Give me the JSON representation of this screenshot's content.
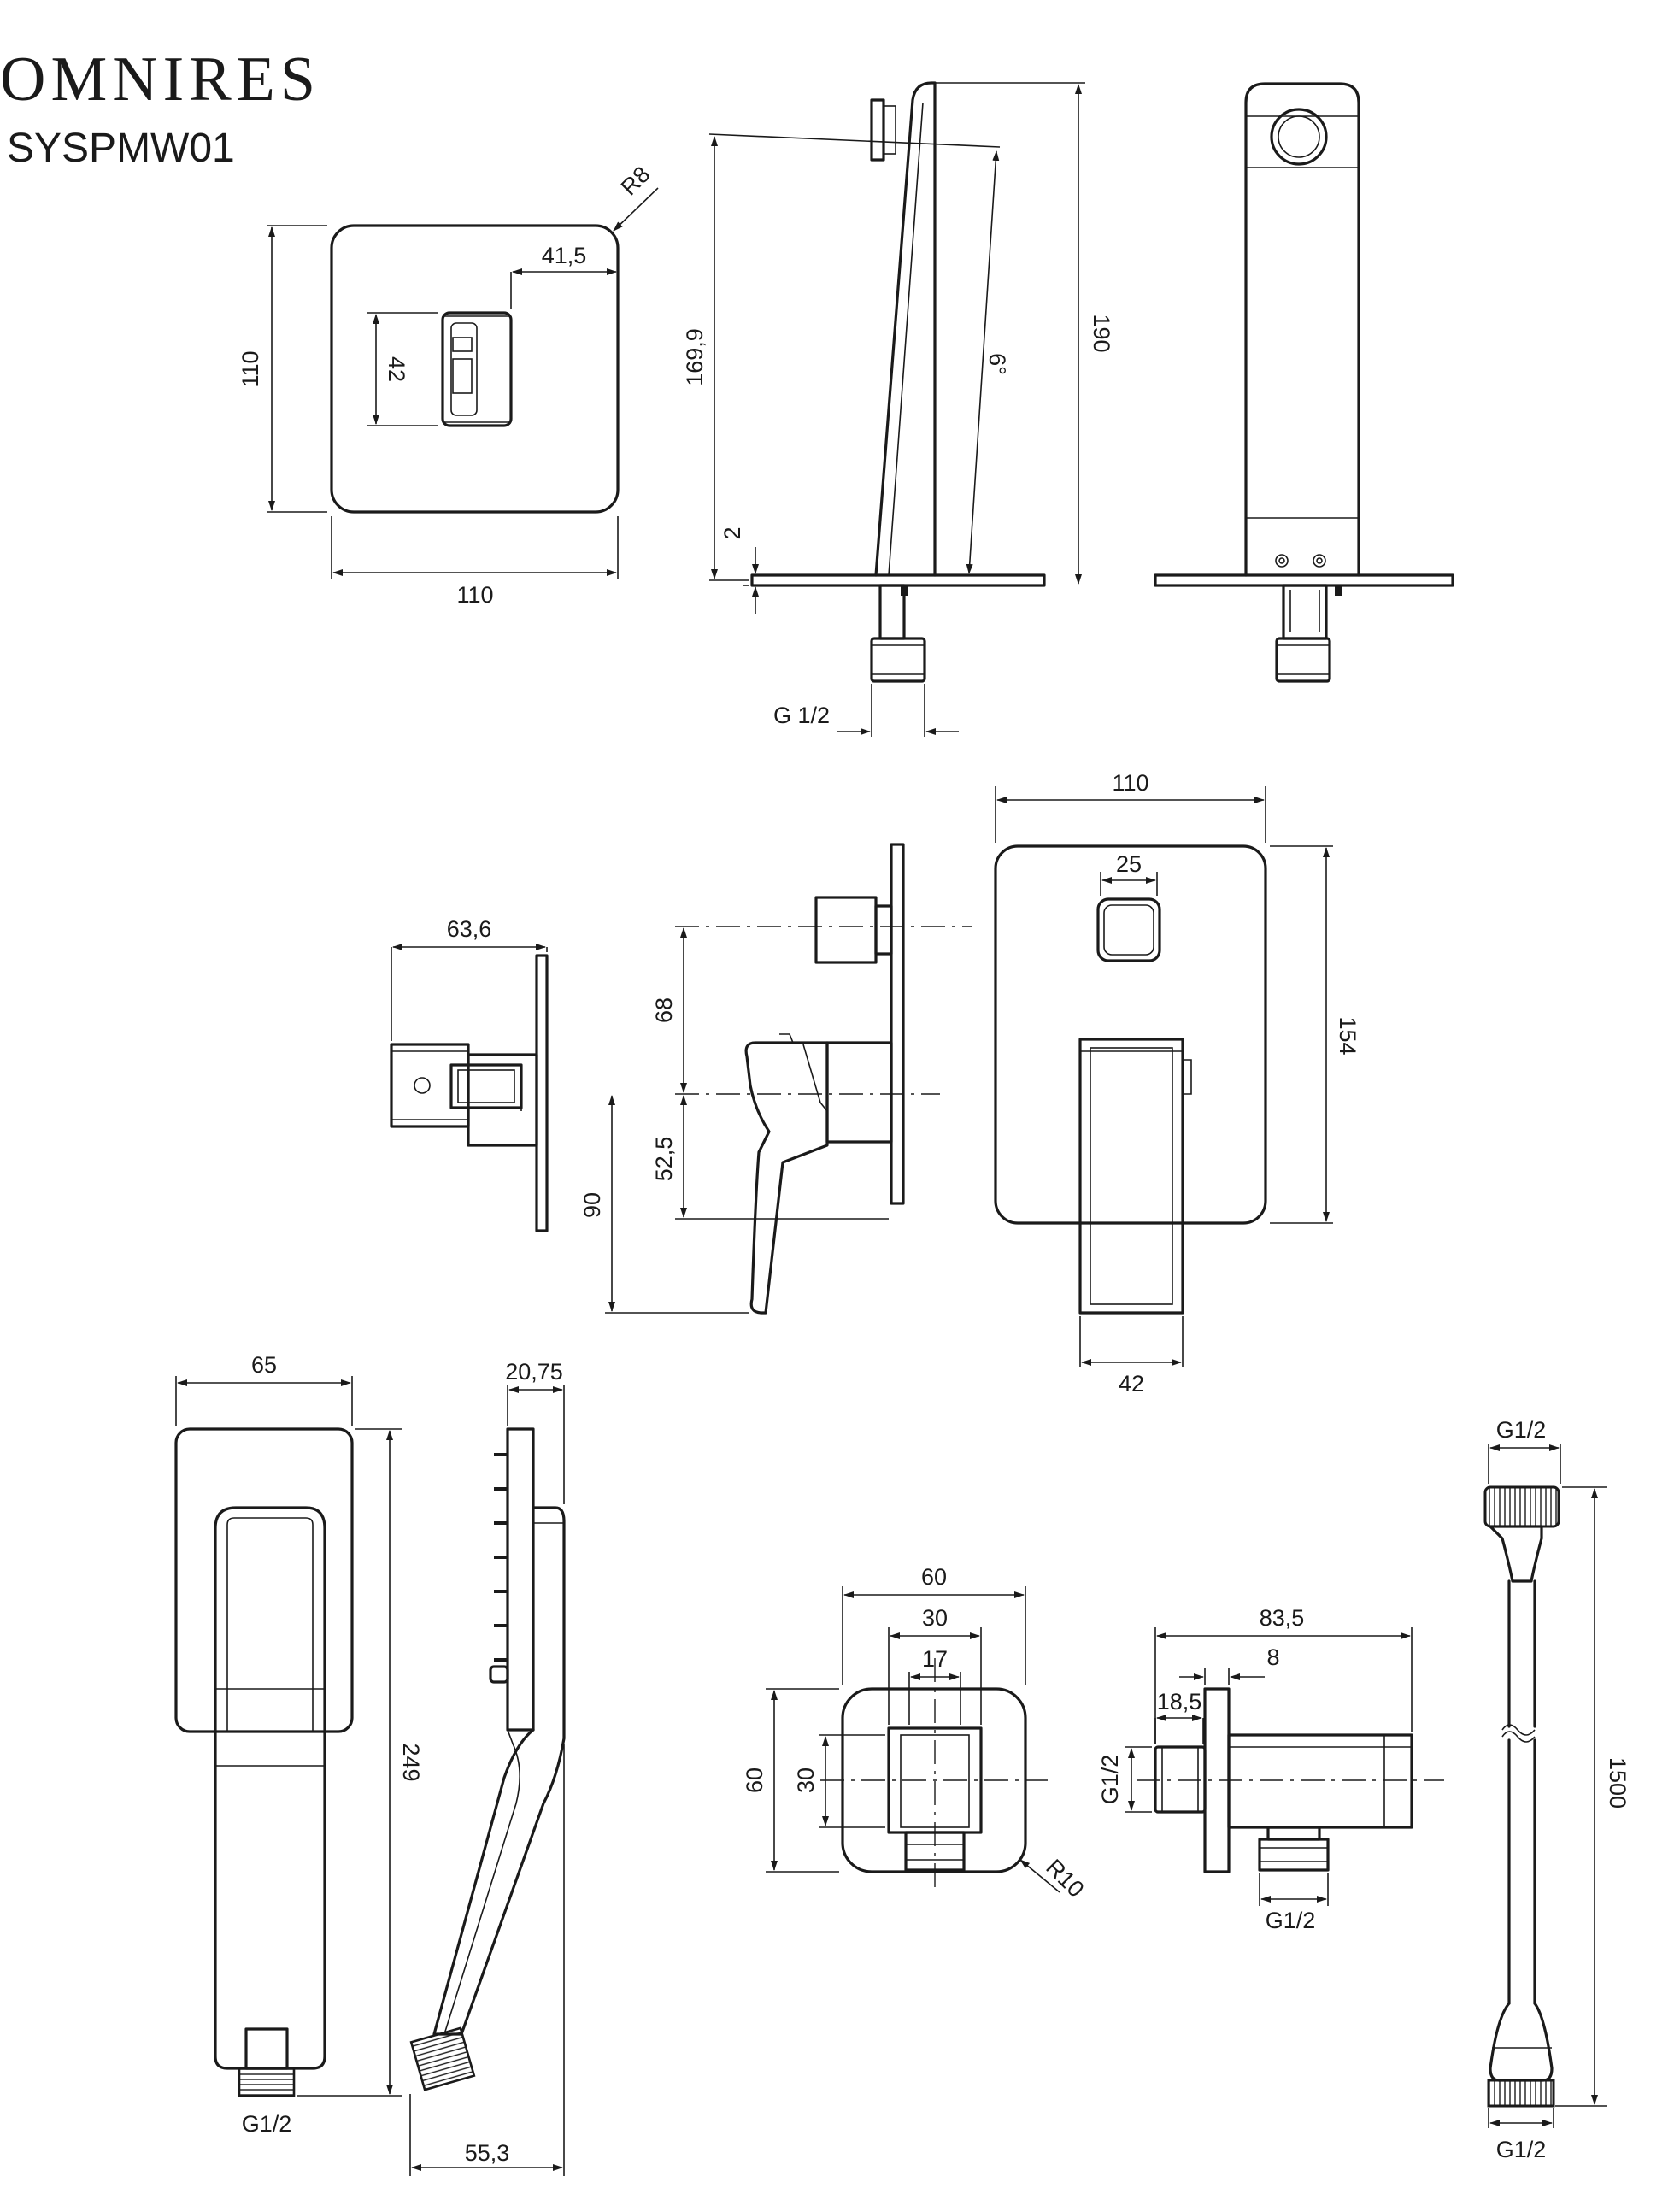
{
  "header": {
    "brand": "OMNIRES",
    "model": "SYSPMW01"
  },
  "dimensions": {
    "plate_width": "110",
    "plate_height": "110",
    "outlet_offset": "41,5",
    "outlet_height": "42",
    "corner_radius": "R8",
    "spout_length": "169,9",
    "spout_height": "190",
    "spout_angle": "6°",
    "plate_gap": "2",
    "spout_thread": "G 1/2",
    "box_depth": "63,6",
    "axis_distance": "68",
    "lever_reach": "52,5",
    "lever_depth": "90",
    "mixer_width": "110",
    "diverter_width": "25",
    "mixer_height": "154",
    "lever_width": "42",
    "handshower_width": "65",
    "handshower_thickness": "20,75",
    "handshower_length": "249",
    "handshower_depth": "55,3",
    "handshower_thread": "G1/2",
    "holder_width": "60",
    "holder_inner_width": "30",
    "holder_outlet": "17",
    "holder_height": "60",
    "holder_inner_height": "30",
    "holder_radius": "R10",
    "elbow_length": "83,5",
    "elbow_plate": "8",
    "elbow_spacing": "18,5",
    "elbow_inlet_thread": "G1/2",
    "elbow_outlet_thread": "G1/2",
    "hose_top_thread": "G1/2",
    "hose_length": "1500",
    "hose_bottom_thread": "G1/2"
  }
}
